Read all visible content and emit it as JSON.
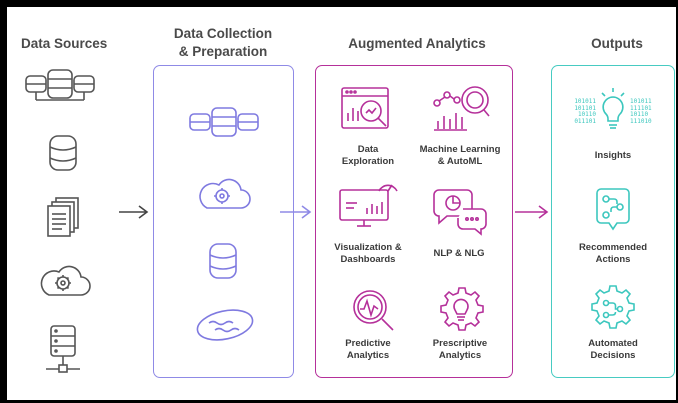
{
  "columns": {
    "sources": {
      "title": "Data Sources"
    },
    "collection": {
      "title_line1": "Data Collection",
      "title_line2": "& Preparation"
    },
    "augmented": {
      "title": "Augmented Analytics",
      "items": [
        {
          "icon": "data-exploration-icon",
          "line1": "Data",
          "line2": "Exploration"
        },
        {
          "icon": "machine-learning-icon",
          "line1": "Machine Learning",
          "line2": "& AutoML"
        },
        {
          "icon": "visualization-dashboard-icon",
          "line1": "Visualization &",
          "line2": "Dashboards"
        },
        {
          "icon": "nlp-chat-icon",
          "line1": "NLP & NLG",
          "line2": ""
        },
        {
          "icon": "predictive-analytics-icon",
          "line1": "Predictive",
          "line2": "Analytics"
        },
        {
          "icon": "prescriptive-analytics-icon",
          "line1": "Prescriptive",
          "line2": "Analytics"
        }
      ]
    },
    "outputs": {
      "title": "Outputs",
      "items": [
        {
          "icon": "insights-bulb-icon",
          "line1": "Insights",
          "line2": "",
          "binary_left": [
            "101011",
            "101101",
            "10110",
            "011101"
          ],
          "binary_right": [
            "101011",
            "111101",
            "10110",
            "111010"
          ]
        },
        {
          "icon": "recommended-actions-icon",
          "line1": "Recommended",
          "line2": "Actions"
        },
        {
          "icon": "automated-decisions-icon",
          "line1": "Automated",
          "line2": "Decisions"
        }
      ]
    }
  },
  "colors": {
    "title_text": "#4a4a4a",
    "sources": "#555555",
    "collection": "#7f7ae0",
    "augmented": "#b5309a",
    "outputs": "#3cc7be"
  }
}
